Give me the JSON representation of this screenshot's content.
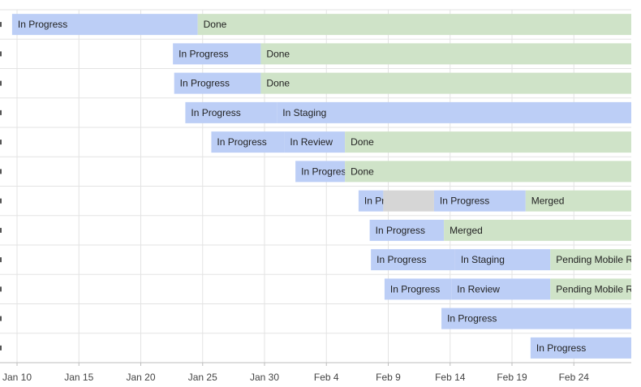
{
  "chart_data": {
    "type": "timeline",
    "x_axis": {
      "start": "2020-01-09",
      "end": "2020-03-01",
      "ticks": [
        {
          "date": "2020-01-10",
          "label": "Jan 10"
        },
        {
          "date": "2020-01-15",
          "label": "Jan 15"
        },
        {
          "date": "2020-01-20",
          "label": "Jan 20"
        },
        {
          "date": "2020-01-25",
          "label": "Jan 25"
        },
        {
          "date": "2020-01-30",
          "label": "Jan 30"
        },
        {
          "date": "2020-02-04",
          "label": "Feb 4"
        },
        {
          "date": "2020-02-09",
          "label": "Feb 9"
        },
        {
          "date": "2020-02-14",
          "label": "Feb 14"
        },
        {
          "date": "2020-02-19",
          "label": "Feb 19"
        },
        {
          "date": "2020-02-24",
          "label": "Feb 24"
        }
      ],
      "grid": true
    },
    "status_colors": {
      "In Progress": "#bccef6",
      "In Review": "#bccef6",
      "In Staging": "#bccef6",
      "Done": "#cfe3c8",
      "Merged": "#cfe3c8",
      "Pending Mobile Re": "#cfe3c8",
      "": "#d6d6d6"
    },
    "rows": [
      {
        "segments": [
          {
            "status": "In Progress",
            "start": "2020-01-09.6",
            "end": "2020-01-24.6"
          },
          {
            "status": "Done",
            "start": "2020-01-24.6",
            "end": "2020-03-01"
          }
        ]
      },
      {
        "segments": [
          {
            "status": "In Progress",
            "start": "2020-01-22.6",
            "end": "2020-01-29.7"
          },
          {
            "status": "Done",
            "start": "2020-01-29.7",
            "end": "2020-03-01"
          }
        ]
      },
      {
        "segments": [
          {
            "status": "In Progress",
            "start": "2020-01-22.7",
            "end": "2020-01-29.7"
          },
          {
            "status": "Done",
            "start": "2020-01-29.7",
            "end": "2020-03-01"
          }
        ]
      },
      {
        "segments": [
          {
            "status": "In Progress",
            "start": "2020-01-23.6",
            "end": "2020-01-31"
          },
          {
            "status": "In Staging",
            "start": "2020-01-31",
            "end": "2020-03-01"
          }
        ]
      },
      {
        "segments": [
          {
            "status": "In Progress",
            "start": "2020-01-25.7",
            "end": "2020-01-31.6"
          },
          {
            "status": "In Review",
            "start": "2020-01-31.6",
            "end": "2020-02-05.5"
          },
          {
            "status": "Done",
            "start": "2020-02-05.5",
            "end": "2020-03-01"
          }
        ]
      },
      {
        "segments": [
          {
            "status": "In Progress",
            "start": "2020-02-01.5",
            "end": "2020-02-05.5"
          },
          {
            "status": "Done",
            "start": "2020-02-05.5",
            "end": "2020-03-01"
          }
        ]
      },
      {
        "segments": [
          {
            "status": "In Progress",
            "start": "2020-02-06.6",
            "end": "2020-02-08.6"
          },
          {
            "status": "",
            "start": "2020-02-08.6",
            "end": "2020-02-12.7"
          },
          {
            "status": "In Progress",
            "start": "2020-02-12.7",
            "end": "2020-02-20.1"
          },
          {
            "status": "Merged",
            "start": "2020-02-20.1",
            "end": "2020-03-01"
          }
        ]
      },
      {
        "segments": [
          {
            "status": "In Progress",
            "start": "2020-02-07.5",
            "end": "2020-02-13.5"
          },
          {
            "status": "Merged",
            "start": "2020-02-13.5",
            "end": "2020-03-01"
          }
        ]
      },
      {
        "segments": [
          {
            "status": "In Progress",
            "start": "2020-02-07.6",
            "end": "2020-02-14.4"
          },
          {
            "status": "In Staging",
            "start": "2020-02-14.4",
            "end": "2020-02-22.1"
          },
          {
            "status": "Pending Mobile Re",
            "start": "2020-02-22.1",
            "end": "2020-03-01"
          }
        ]
      },
      {
        "segments": [
          {
            "status": "In Progress",
            "start": "2020-02-08.7",
            "end": "2020-02-14.1"
          },
          {
            "status": "In Review",
            "start": "2020-02-14.1",
            "end": "2020-02-22.1"
          },
          {
            "status": "Pending Mobile Re",
            "start": "2020-02-22.1",
            "end": "2020-03-01"
          }
        ]
      },
      {
        "segments": [
          {
            "status": "In Progress",
            "start": "2020-02-13.3",
            "end": "2020-03-01"
          }
        ]
      },
      {
        "segments": [
          {
            "status": "In Progress",
            "start": "2020-02-20.5",
            "end": "2020-03-01"
          }
        ]
      }
    ]
  }
}
